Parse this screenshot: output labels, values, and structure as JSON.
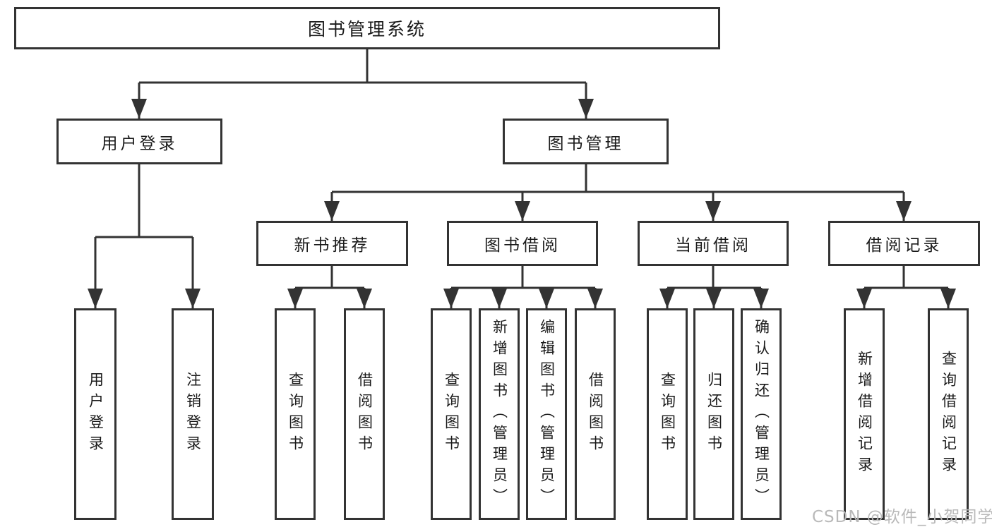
{
  "diagram": {
    "root": {
      "label": "图书管理系统"
    },
    "level2": [
      {
        "id": "user-login",
        "label": "用户登录"
      },
      {
        "id": "book-management",
        "label": "图书管理"
      }
    ],
    "level3": [
      {
        "id": "new-book-recommendation",
        "parent": "book-management",
        "label": "新书推荐"
      },
      {
        "id": "book-borrowing",
        "parent": "book-management",
        "label": "图书借阅"
      },
      {
        "id": "current-borrowing",
        "parent": "book-management",
        "label": "当前借阅"
      },
      {
        "id": "borrowing-records",
        "parent": "book-management",
        "label": "借阅记录"
      }
    ],
    "leaves": [
      {
        "parent": "user-login",
        "label": "用户登录"
      },
      {
        "parent": "user-login",
        "label": "注销登录"
      },
      {
        "parent": "new-book-recommendation",
        "label": "查询图书"
      },
      {
        "parent": "new-book-recommendation",
        "label": "借阅图书"
      },
      {
        "parent": "book-borrowing",
        "label": "查询图书"
      },
      {
        "parent": "book-borrowing",
        "label": "新增图书（管理员）"
      },
      {
        "parent": "book-borrowing",
        "label": "编辑图书（管理员）"
      },
      {
        "parent": "book-borrowing",
        "label": "借阅图书"
      },
      {
        "parent": "current-borrowing",
        "label": "查询图书"
      },
      {
        "parent": "current-borrowing",
        "label": "归还图书"
      },
      {
        "parent": "current-borrowing",
        "label": "确认归还（管理员）"
      },
      {
        "parent": "borrowing-records",
        "label": "新增借阅记录"
      },
      {
        "parent": "borrowing-records",
        "label": "查询借阅记录"
      }
    ]
  },
  "watermark": {
    "text": "CSDN @软件_小贺同学"
  },
  "colors": {
    "line": "#333333",
    "text": "#1a1a1a",
    "watermark": "#b9b9b9",
    "background": "#ffffff"
  }
}
